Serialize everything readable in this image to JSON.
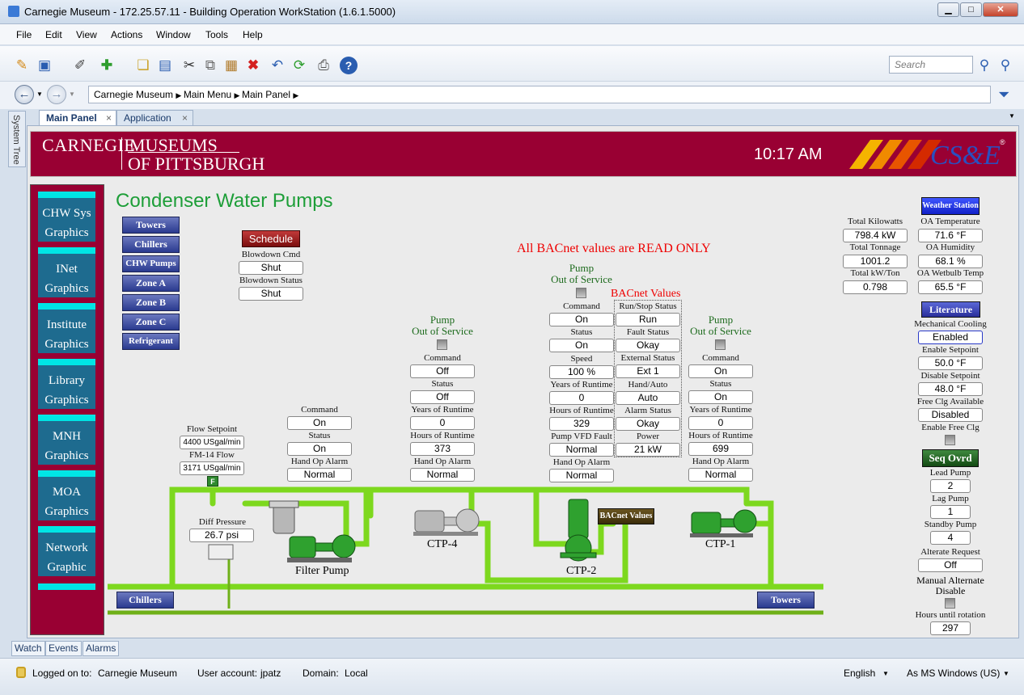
{
  "window": {
    "title": "Carnegie Museum - 172.25.57.11 - Building Operation WorkStation (1.6.1.5000)"
  },
  "menu": [
    "File",
    "Edit",
    "View",
    "Actions",
    "Window",
    "Tools",
    "Help"
  ],
  "search": {
    "placeholder": "Search"
  },
  "address": {
    "crumbs": [
      "Carnegie Museum",
      "Main Menu",
      "Main Panel"
    ]
  },
  "tabs": [
    {
      "label": "Main Panel"
    },
    {
      "label": "Application"
    }
  ],
  "system_tree": "System Tree",
  "header": {
    "logo_line1": "CARNEGIE | MUSEUMS",
    "logo_line1_a": "CARNEGIE",
    "logo_line1_b": "MUSEUMS",
    "logo_line2": "OF PITTSBURGH",
    "clock": "10:17 AM",
    "brand": "CS&E",
    "brand_reg": "®"
  },
  "left_nav": [
    {
      "line1": "CHW Sys",
      "line2": "Graphics"
    },
    {
      "line1": "INet",
      "line2": "Graphics"
    },
    {
      "line1": "Institute",
      "line2": "Graphics"
    },
    {
      "line1": "Library",
      "line2": "Graphics"
    },
    {
      "line1": "MNH",
      "line2": "Graphics"
    },
    {
      "line1": "MOA",
      "line2": "Graphics"
    },
    {
      "line1": "Network",
      "line2": "Graphic"
    }
  ],
  "page_title": "Condenser Water Pumps",
  "sub_nav": [
    "Towers",
    "Chillers",
    "CHW Pumps",
    "Zone A",
    "Zone B",
    "Zone C",
    "Refrigerant"
  ],
  "schedule": {
    "label": "Schedule",
    "blowdown_cmd_label": "Blowdown Cmd",
    "blowdown_cmd": "Shut",
    "blowdown_status_label": "Blowdown Status",
    "blowdown_status": "Shut"
  },
  "readonly_notice": "All BACnet values are READ ONLY",
  "filter_pump": {
    "command_label": "Command",
    "command": "On",
    "status_label": "Status",
    "status": "On",
    "alarm_label": "Hand Op Alarm",
    "alarm": "Normal",
    "name": "Filter Pump"
  },
  "flow": {
    "setpoint_label": "Flow Setpoint",
    "setpoint": "4400 USgal/min",
    "fm_label": "FM-14 Flow",
    "fm": "3171 USgal/min",
    "diff_label": "Diff Pressure",
    "diff": "26.7 psi",
    "f_badge": "F"
  },
  "ctp4": {
    "oos_line1": "Pump",
    "oos_line2": "Out of Service",
    "command_label": "Command",
    "command": "Off",
    "status_label": "Status",
    "status": "Off",
    "years_label": "Years of Runtime",
    "years": "0",
    "hours_label": "Hours of Runtime",
    "hours": "373",
    "alarm_label": "Hand Op Alarm",
    "alarm": "Normal",
    "name": "CTP-4"
  },
  "ctp2": {
    "oos_line1": "Pump",
    "oos_line2": "Out of Service",
    "command_label": "Command",
    "command": "On",
    "status_label": "Status",
    "status": "On",
    "speed_label": "Speed",
    "speed": "100 %",
    "years_label": "Years of Runtime",
    "years": "0",
    "hours_label": "Hours of Runtime",
    "hours": "329",
    "vfd_label": "Pump VFD Fault",
    "vfd": "Normal",
    "alarm_label": "Hand Op Alarm",
    "alarm": "Normal",
    "name": "CTP-2"
  },
  "bacnet": {
    "title": "BACnet Values",
    "button": "BACnet Values",
    "rows": [
      {
        "label": "Run/Stop Status",
        "value": "Run"
      },
      {
        "label": "Fault Status",
        "value": "Okay"
      },
      {
        "label": "External Status",
        "value": "Ext 1"
      },
      {
        "label": "Hand/Auto",
        "value": "Auto"
      },
      {
        "label": "Alarm Status",
        "value": "Okay"
      },
      {
        "label": "Power",
        "value": "21 kW"
      }
    ]
  },
  "ctp1": {
    "oos_line1": "Pump",
    "oos_line2": "Out of Service",
    "command_label": "Command",
    "command": "On",
    "status_label": "Status",
    "status": "On",
    "years_label": "Years of Runtime",
    "years": "0",
    "hours_label": "Hours of Runtime",
    "hours": "699",
    "alarm_label": "Hand Op Alarm",
    "alarm": "Normal",
    "name": "CTP-1"
  },
  "totals": {
    "kw_label": "Total Kilowatts",
    "kw": "798.4 kW",
    "ton_label": "Total Tonnage",
    "ton": "1001.2",
    "kwton_label": "Total kW/Ton",
    "kwton": "0.798"
  },
  "weather": {
    "button": "Weather Station",
    "oat_label": "OA Temperature",
    "oat": "71.6 °F",
    "oah_label": "OA Humidity",
    "oah": "68.1 %",
    "oawb_label": "OA Wetbulb Temp",
    "oawb": "65.5 °F"
  },
  "literature": {
    "button": "Literature",
    "mc_label": "Mechanical Cooling",
    "mc": "Enabled",
    "en_label": "Enable Setpoint",
    "en": "50.0 °F",
    "dis_label": "Disable Setpoint",
    "dis": "48.0 °F",
    "fc_label": "Free Clg Available",
    "fc": "Disabled",
    "efc_label": "Enable Free Clg"
  },
  "seq": {
    "button": "Seq Ovrd",
    "lead_label": "Lead Pump",
    "lead": "2",
    "lag_label": "Lag Pump",
    "lag": "1",
    "stby_label": "Standby Pump",
    "stby": "4",
    "alt_label": "Alterate Request",
    "alt": "Off",
    "man_line1": "Manual Alternate",
    "man_line2": "Disable",
    "hrs_label": "Hours until rotation",
    "hrs": "297"
  },
  "bottom_nav": {
    "left": "Chillers",
    "right": "Towers"
  },
  "bottom_tabs": [
    "Watch",
    "Events",
    "Alarms"
  ],
  "status": {
    "logged_label": "Logged on to:",
    "logged": "Carnegie Museum",
    "user_label": "User account:",
    "user": "jpatz",
    "domain_label": "Domain:",
    "domain": "Local",
    "lang": "English",
    "kb": "As MS Windows (US)"
  },
  "colors": {
    "header": "#990033",
    "accent_cyan": "#00e5e5",
    "pipe": "#7dd81e",
    "title_green": "#1d9e38"
  }
}
